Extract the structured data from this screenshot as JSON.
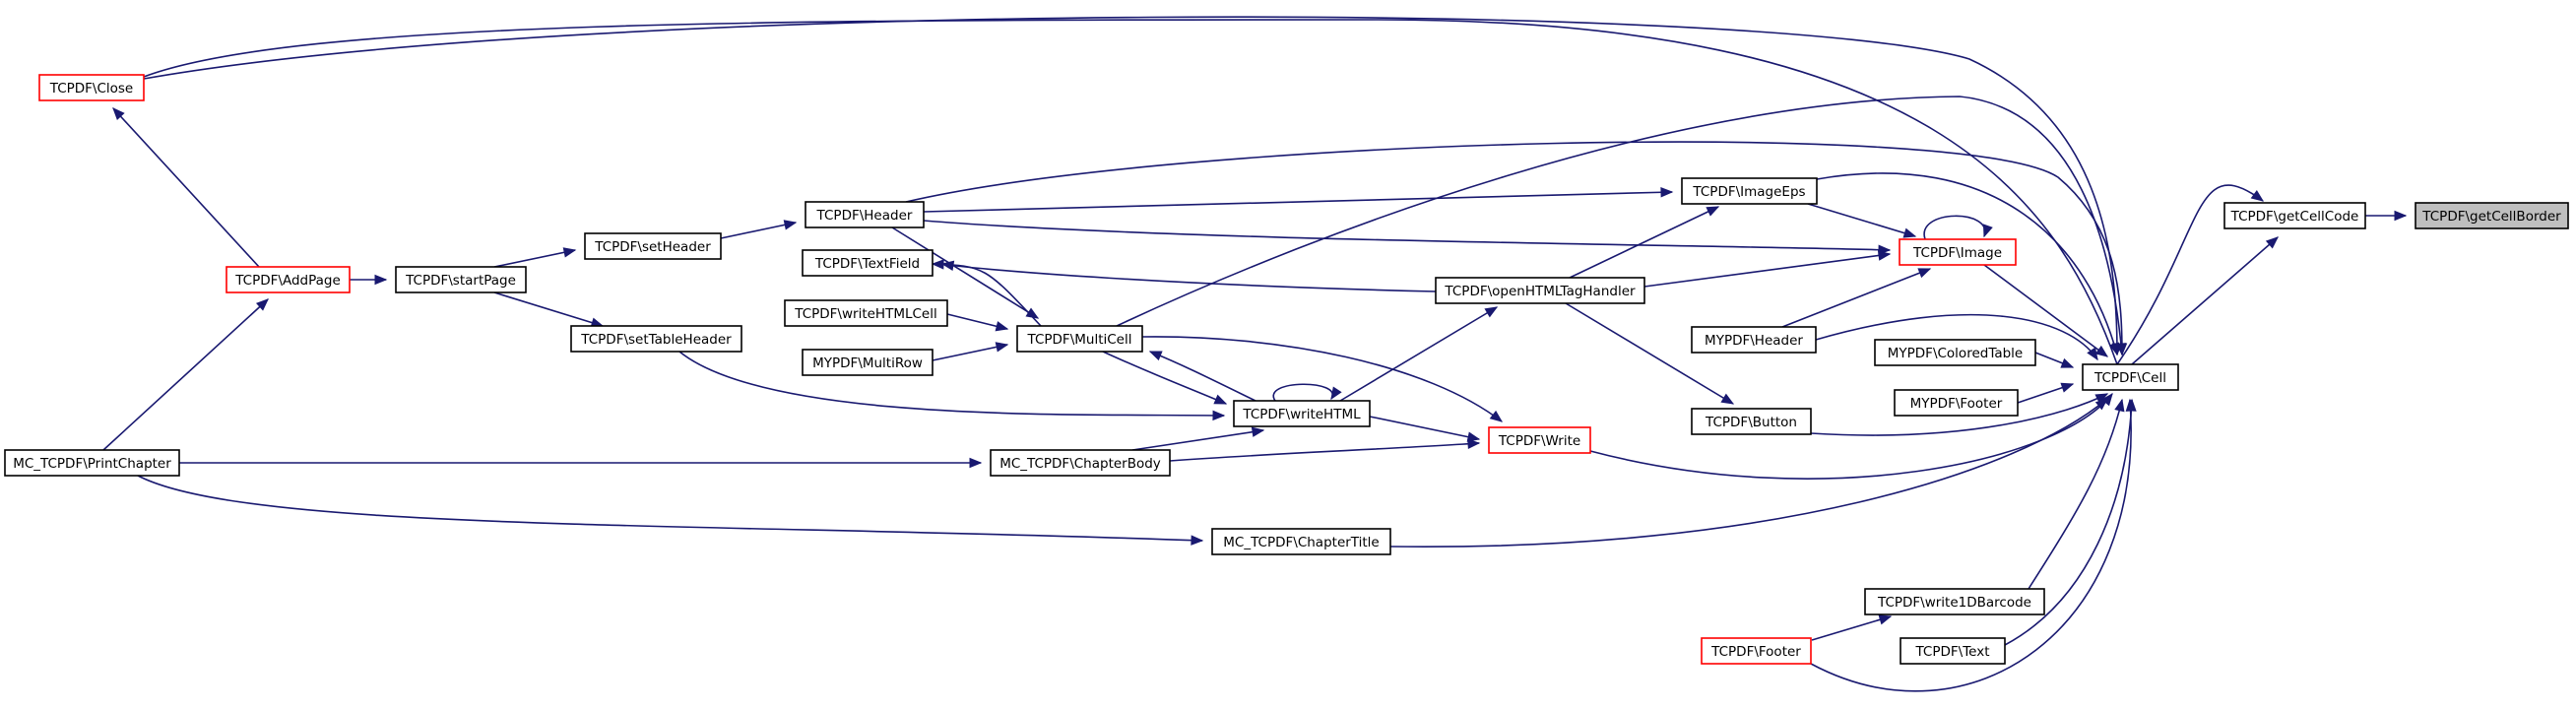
{
  "colors": {
    "edge": "#191970",
    "node_border": "#000000",
    "node_border_incomplete": "#ff0000",
    "current_node_fill": "#bfbfbf"
  },
  "nodes": {
    "getCellBorder": {
      "label": "TCPDF\\getCellBorder",
      "style": "current"
    },
    "getCellCode": {
      "label": "TCPDF\\getCellCode",
      "style": "normal"
    },
    "close": {
      "label": "TCPDF\\Close",
      "style": "red"
    },
    "cell": {
      "label": "TCPDF\\Cell",
      "style": "normal"
    },
    "addPage": {
      "label": "TCPDF\\AddPage",
      "style": "red"
    },
    "startPage": {
      "label": "TCPDF\\startPage",
      "style": "normal"
    },
    "setHeader": {
      "label": "TCPDF\\setHeader",
      "style": "normal"
    },
    "setTableHeader": {
      "label": "TCPDF\\setTableHeader",
      "style": "normal"
    },
    "printChapter": {
      "label": "MC_TCPDF\\PrintChapter",
      "style": "normal"
    },
    "header": {
      "label": "TCPDF\\Header",
      "style": "normal"
    },
    "textField": {
      "label": "TCPDF\\TextField",
      "style": "normal"
    },
    "writeHTMLCell": {
      "label": "TCPDF\\writeHTMLCell",
      "style": "normal"
    },
    "myMultiRow": {
      "label": "MYPDF\\MultiRow",
      "style": "normal"
    },
    "multiCell": {
      "label": "TCPDF\\MultiCell",
      "style": "normal"
    },
    "writeHTML": {
      "label": "TCPDF\\writeHTML",
      "style": "normal"
    },
    "chapterBody": {
      "label": "MC_TCPDF\\ChapterBody",
      "style": "normal"
    },
    "chapterTitle": {
      "label": "MC_TCPDF\\ChapterTitle",
      "style": "normal"
    },
    "imageEps": {
      "label": "TCPDF\\ImageEps",
      "style": "normal"
    },
    "openHTML": {
      "label": "TCPDF\\openHTMLTagHandler",
      "style": "normal"
    },
    "image": {
      "label": "TCPDF\\Image",
      "style": "red"
    },
    "myHeader": {
      "label": "MYPDF\\Header",
      "style": "normal"
    },
    "button": {
      "label": "TCPDF\\Button",
      "style": "normal"
    },
    "write": {
      "label": "TCPDF\\Write",
      "style": "red"
    },
    "coloredTable": {
      "label": "MYPDF\\ColoredTable",
      "style": "normal"
    },
    "myFooter": {
      "label": "MYPDF\\Footer",
      "style": "normal"
    },
    "write1D": {
      "label": "TCPDF\\write1DBarcode",
      "style": "normal"
    },
    "footer": {
      "label": "TCPDF\\Footer",
      "style": "red"
    },
    "text": {
      "label": "TCPDF\\Text",
      "style": "normal"
    }
  },
  "edges": [
    {
      "from": "getCellCode",
      "to": "getCellBorder"
    },
    {
      "from": "cell",
      "to": "getCellCode"
    },
    {
      "from": "close",
      "to": "getCellCode"
    },
    {
      "from": "close",
      "to": "cell"
    },
    {
      "from": "addPage",
      "to": "close"
    },
    {
      "from": "printChapter",
      "to": "addPage"
    },
    {
      "from": "addPage",
      "to": "startPage"
    },
    {
      "from": "startPage",
      "to": "setHeader"
    },
    {
      "from": "startPage",
      "to": "setTableHeader"
    },
    {
      "from": "setHeader",
      "to": "header"
    },
    {
      "from": "header",
      "to": "cell"
    },
    {
      "from": "header",
      "to": "imageEps"
    },
    {
      "from": "header",
      "to": "image"
    },
    {
      "from": "header",
      "to": "multiCell"
    },
    {
      "from": "multiCell",
      "to": "textField"
    },
    {
      "from": "multiCell",
      "to": "cell"
    },
    {
      "from": "multiCell",
      "to": "writeHTML"
    },
    {
      "from": "multiCell",
      "to": "write"
    },
    {
      "from": "writeHTMLCell",
      "to": "multiCell"
    },
    {
      "from": "myMultiRow",
      "to": "multiCell"
    },
    {
      "from": "writeHTML",
      "to": "multiCell"
    },
    {
      "from": "writeHTML",
      "to": "writeHTML"
    },
    {
      "from": "writeHTML",
      "to": "openHTML"
    },
    {
      "from": "writeHTML",
      "to": "write"
    },
    {
      "from": "setTableHeader",
      "to": "writeHTML"
    },
    {
      "from": "chapterBody",
      "to": "writeHTML"
    },
    {
      "from": "chapterBody",
      "to": "write"
    },
    {
      "from": "printChapter",
      "to": "chapterBody"
    },
    {
      "from": "printChapter",
      "to": "chapterTitle"
    },
    {
      "from": "chapterTitle",
      "to": "cell"
    },
    {
      "from": "openHTML",
      "to": "textField"
    },
    {
      "from": "openHTML",
      "to": "imageEps"
    },
    {
      "from": "openHTML",
      "to": "image"
    },
    {
      "from": "openHTML",
      "to": "button"
    },
    {
      "from": "imageEps",
      "to": "cell"
    },
    {
      "from": "imageEps",
      "to": "image"
    },
    {
      "from": "image",
      "to": "image"
    },
    {
      "from": "image",
      "to": "cell"
    },
    {
      "from": "myHeader",
      "to": "image"
    },
    {
      "from": "myHeader",
      "to": "cell"
    },
    {
      "from": "button",
      "to": "cell"
    },
    {
      "from": "write",
      "to": "cell"
    },
    {
      "from": "coloredTable",
      "to": "cell"
    },
    {
      "from": "myFooter",
      "to": "cell"
    },
    {
      "from": "write1D",
      "to": "cell"
    },
    {
      "from": "footer",
      "to": "write1D"
    },
    {
      "from": "footer",
      "to": "cell"
    },
    {
      "from": "text",
      "to": "cell"
    }
  ]
}
